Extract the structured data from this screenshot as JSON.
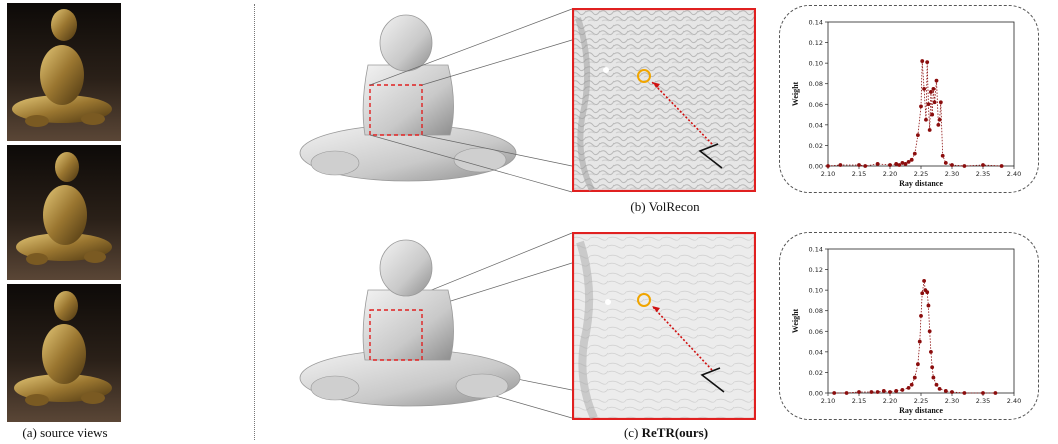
{
  "captions": {
    "source_views": "(a) source views",
    "volrecon_letter": "(b) ",
    "volrecon_name": "VolRecon",
    "retr_letter": "(c) ",
    "retr_name": "ReTR(ours)"
  },
  "colors": {
    "highlight_box": "#e02020",
    "target_circle": "#f0a500",
    "ray_arrow": "#d01010",
    "series_marker": "#8b0d0d"
  },
  "chart_data": [
    {
      "type": "scatter",
      "title": "",
      "xlabel": "Ray distance",
      "ylabel": "Weight",
      "xlim": [
        2.1,
        2.4
      ],
      "ylim": [
        0.0,
        0.14
      ],
      "xticks": [
        "2.10",
        "2.15",
        "2.20",
        "2.25",
        "2.30",
        "2.35",
        "2.40"
      ],
      "yticks": [
        "0.00",
        "0.02",
        "0.04",
        "0.06",
        "0.08",
        "0.10",
        "0.12",
        "0.14"
      ],
      "x": [
        2.1,
        2.12,
        2.15,
        2.16,
        2.18,
        2.2,
        2.21,
        2.215,
        2.22,
        2.225,
        2.23,
        2.235,
        2.24,
        2.245,
        2.25,
        2.252,
        2.255,
        2.258,
        2.26,
        2.262,
        2.264,
        2.266,
        2.268,
        2.27,
        2.272,
        2.275,
        2.278,
        2.28,
        2.282,
        2.285,
        2.29,
        2.3,
        2.32,
        2.35,
        2.38
      ],
      "y": [
        0.0,
        0.001,
        0.001,
        0.0,
        0.002,
        0.001,
        0.002,
        0.001,
        0.003,
        0.002,
        0.004,
        0.006,
        0.012,
        0.03,
        0.058,
        0.102,
        0.075,
        0.045,
        0.101,
        0.06,
        0.035,
        0.072,
        0.05,
        0.075,
        0.062,
        0.083,
        0.04,
        0.045,
        0.062,
        0.01,
        0.003,
        0.001,
        0.0,
        0.001,
        0.0
      ]
    },
    {
      "type": "scatter",
      "title": "",
      "xlabel": "Ray distance",
      "ylabel": "Weight",
      "xlim": [
        2.1,
        2.4
      ],
      "ylim": [
        0.0,
        0.14
      ],
      "xticks": [
        "2.10",
        "2.15",
        "2.20",
        "2.25",
        "2.30",
        "2.35",
        "2.40"
      ],
      "yticks": [
        "0.00",
        "0.02",
        "0.04",
        "0.06",
        "0.08",
        "0.10",
        "0.12",
        "0.14"
      ],
      "x": [
        2.11,
        2.13,
        2.15,
        2.17,
        2.18,
        2.19,
        2.2,
        2.21,
        2.22,
        2.23,
        2.235,
        2.24,
        2.245,
        2.248,
        2.25,
        2.252,
        2.255,
        2.257,
        2.26,
        2.262,
        2.264,
        2.266,
        2.268,
        2.27,
        2.275,
        2.28,
        2.29,
        2.3,
        2.32,
        2.35,
        2.37
      ],
      "y": [
        0.0,
        0.0,
        0.001,
        0.001,
        0.001,
        0.002,
        0.001,
        0.002,
        0.003,
        0.005,
        0.008,
        0.015,
        0.028,
        0.05,
        0.075,
        0.097,
        0.109,
        0.1,
        0.098,
        0.085,
        0.06,
        0.04,
        0.025,
        0.015,
        0.008,
        0.004,
        0.002,
        0.001,
        0.0,
        0.0,
        0.0
      ]
    }
  ]
}
